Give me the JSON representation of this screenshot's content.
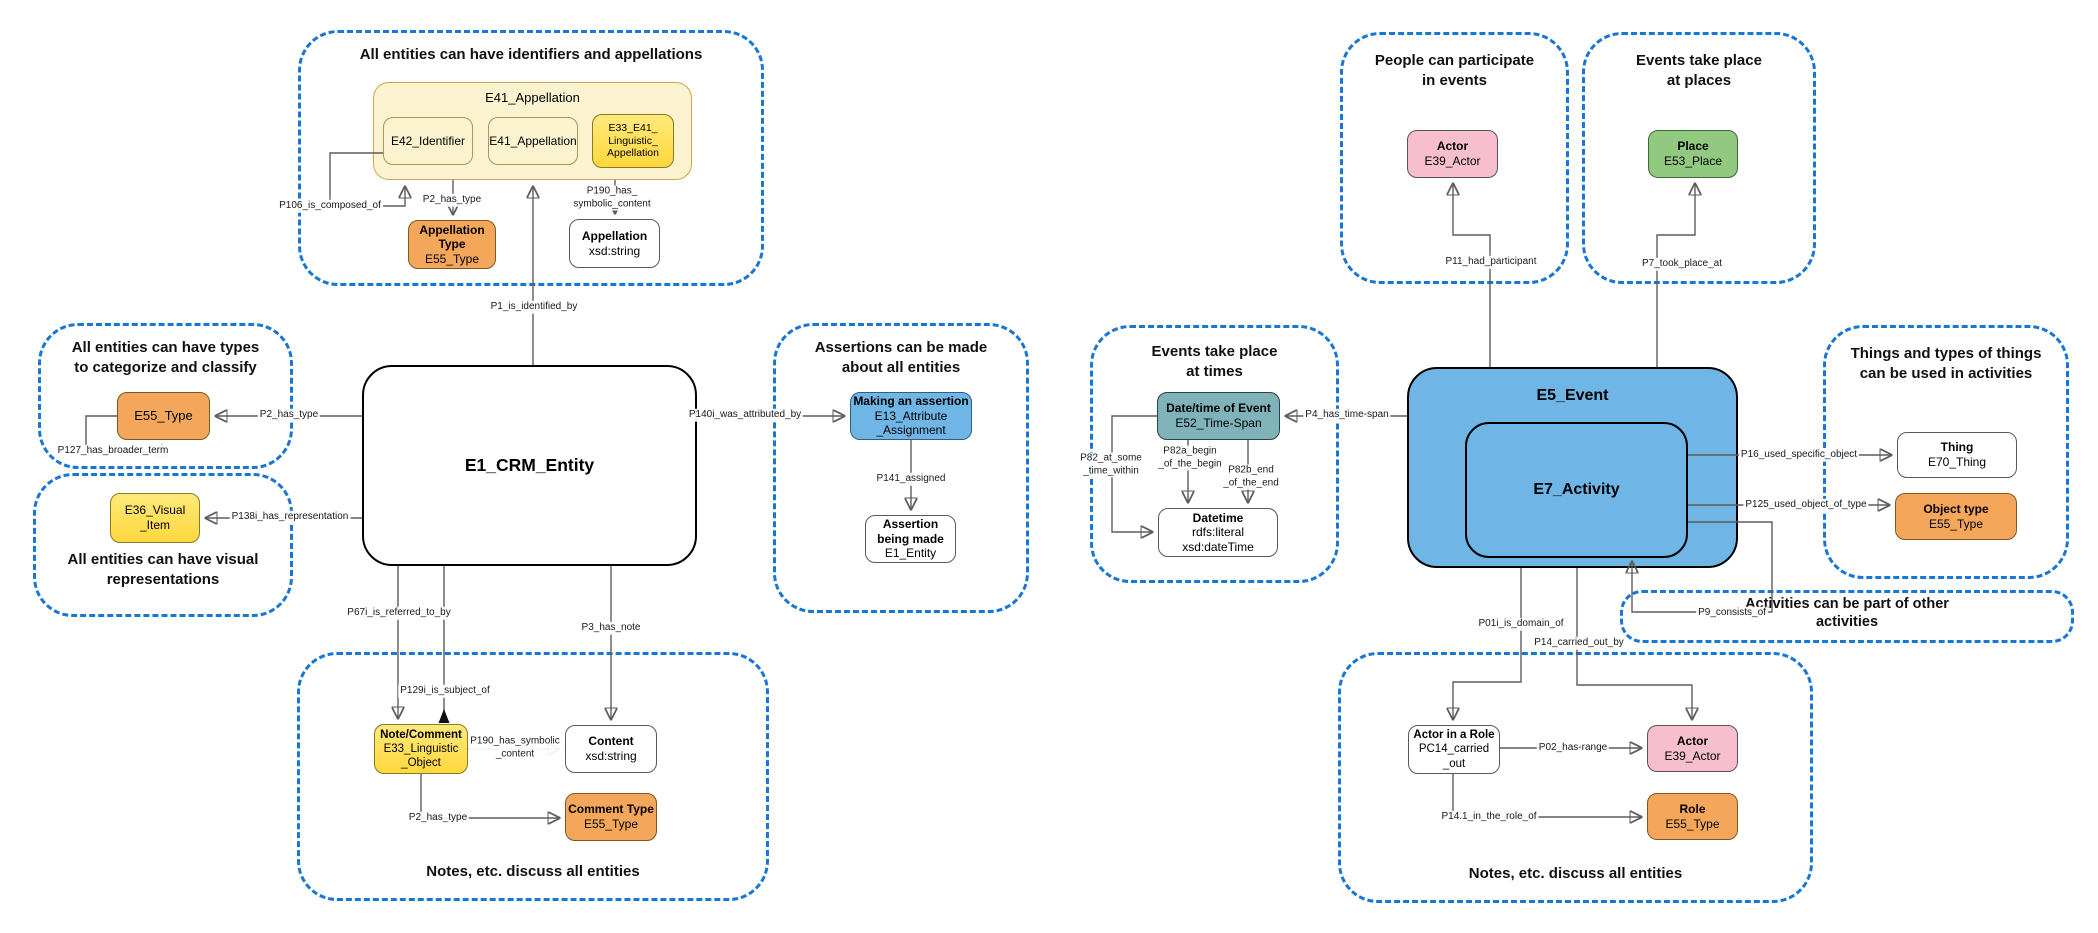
{
  "colors": {
    "group_border": "#1976D2",
    "orange": "#F4A75B",
    "yellow": "#FFDE4C",
    "cream": "#FBF2CF",
    "blue": "#6FB5E6",
    "teal": "#80B2BA",
    "pink": "#F7BECD",
    "green": "#90C97F",
    "white": "#FFFFFF"
  },
  "groups": {
    "identifiers": {
      "title": "All entities can have identifiers and appellations"
    },
    "types": {
      "title": "All entities can have types\nto categorize and classify"
    },
    "visual": {
      "title": "All entities can have visual\nrepresentations"
    },
    "assertions": {
      "title": "Assertions can be made\nabout all entities"
    },
    "notes_left": {
      "title": "Notes, etc. discuss all entities"
    },
    "people": {
      "title": "People can participate\nin events"
    },
    "places": {
      "title": "Events take place\nat places"
    },
    "times": {
      "title": "Events take place\nat times"
    },
    "things": {
      "title": "Things and types of things\ncan be used in activities"
    },
    "activities": {
      "title": "Activities can be part of other\nactivities"
    },
    "notes_right": {
      "title": "Notes, etc. discuss all entities"
    }
  },
  "nodes": {
    "e41_group": {
      "code": "E41_Appellation"
    },
    "e42_identifier": {
      "code": "E42_Identifier"
    },
    "e41_appellation": {
      "code": "E41_Appellation"
    },
    "e33_e41": {
      "code": "E33_E41_\nLinguistic_\nAppellation"
    },
    "appellation_type": {
      "label": "Appellation\nType",
      "code": "E55_Type"
    },
    "appellation_value": {
      "label": "Appellation",
      "code": "xsd:string"
    },
    "e1_crm_entity": {
      "code": "E1_CRM_Entity"
    },
    "e55_type": {
      "code": "E55_Type"
    },
    "e36_visual_item": {
      "code": "E36_Visual\n_Item"
    },
    "e13_attribute_assignment": {
      "label": "Making an assertion",
      "code": "E13_Attribute\n_Assignment"
    },
    "assertion_being_made": {
      "label": "Assertion\nbeing made",
      "code": "E1_Entity"
    },
    "note_comment": {
      "label": "Note/Comment",
      "code": "E33_Linguistic\n_Object"
    },
    "content": {
      "label": "Content",
      "code": "xsd:string"
    },
    "comment_type": {
      "label": "Comment Type",
      "code": "E55_Type"
    },
    "actor_participant": {
      "label": "Actor",
      "code": "E39_Actor"
    },
    "place": {
      "label": "Place",
      "code": "E53_Place"
    },
    "timespan": {
      "label": "Date/time of Event",
      "code": "E52_Time-Span"
    },
    "datetime": {
      "label": "Datetime",
      "code": "rdfs:literal\nxsd:dateTime"
    },
    "e5_event": {
      "code": "E5_Event"
    },
    "e7_activity": {
      "code": "E7_Activity"
    },
    "thing": {
      "label": "Thing",
      "code": "E70_Thing"
    },
    "object_type": {
      "label": "Object type",
      "code": "E55_Type"
    },
    "actor_in_role": {
      "label": "Actor in a Role",
      "code": "PC14_carried\n_out"
    },
    "actor_range": {
      "label": "Actor",
      "code": "E39_Actor"
    },
    "role": {
      "label": "Role",
      "code": "E55_Type"
    }
  },
  "edge_labels": {
    "p106": "P106_is_composed_of",
    "p2_appellation": "P2_has_type",
    "p190_appellation": "P190_has_\nsymbolic_content",
    "p1": "P1_is_identified_by",
    "p2_entity": "P2_has_type",
    "p127": "P127_has_broader_term",
    "p138i": "P138i_has_representation",
    "p140i": "P140i_was_attributed_by",
    "p141": "P141_assigned",
    "p67i": "P67i_is_referred_to_by",
    "p129i": "P129i_is_subject_of",
    "p3": "P3_has_note",
    "p190_note": "P190_has_symbolic\n_content",
    "p2_note": "P2_has_type",
    "p11": "P11_had_participant",
    "p7": "P7_took_place_at",
    "p4": "P4_has_time-span",
    "p82": "P82_at_some\n_time_within",
    "p82a": "P82a_begin\n_of_the_begin",
    "p82b": "P82b_end\n_of_the_end",
    "p16": "P16_used_specific_object",
    "p125": "P125_used_object_of_type",
    "p9": "P9_consists_of",
    "p01i": "P01i_is_domain_of",
    "p14": "P14_carried_out_by",
    "p02": "P02_has-range",
    "p14_1": "P14.1_in_the_role_of"
  }
}
